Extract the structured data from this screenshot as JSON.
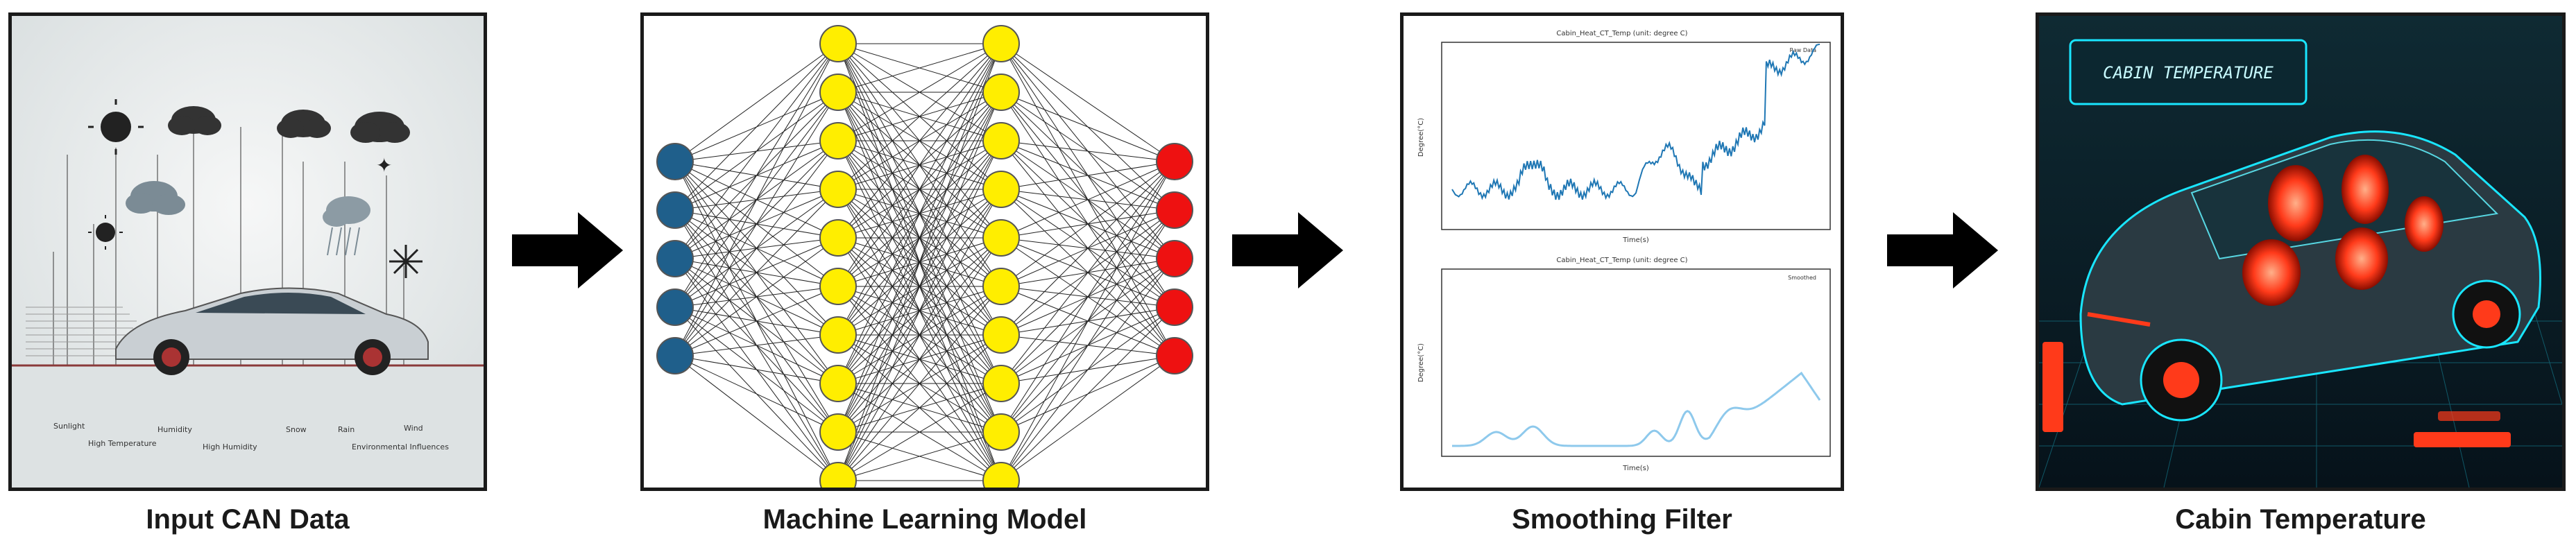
{
  "steps": [
    {
      "caption": "Input CAN Data"
    },
    {
      "caption": "Machine Learning Model"
    },
    {
      "caption": "Smoothing Filter"
    },
    {
      "caption": "Cabin Temperature"
    }
  ],
  "input_panel": {
    "labels": [
      "Sunlight",
      "High Temperature",
      "Humidity",
      "High Humidity",
      "Snow",
      "Rain",
      "Environmental Influences",
      "Wind"
    ]
  },
  "nn": {
    "layers": [
      5,
      10,
      10,
      5
    ],
    "colors": {
      "input": "#1f5f8b",
      "hidden": "#ffee00",
      "output": "#ee1111"
    }
  },
  "smoothing_panel": {
    "top_chart": {
      "title": "Cabin_Heat_CT_Temp (unit: degree C)",
      "ylabel": "Degree(°C)",
      "xlabel": "Time(s)",
      "legend": "Raw Data",
      "color": "#1f77b4"
    },
    "bottom_chart": {
      "title": "Cabin_Heat_CT_Temp (unit: degree C)",
      "ylabel": "Degree(°C)",
      "xlabel": "Time(s)",
      "legend": "Smoothed",
      "color": "#8ec9ec"
    }
  },
  "cabin_panel": {
    "sign_text": "CABIN  TEMPERATURE",
    "accent": "#19e6ff",
    "heat": "#ff3a1a"
  },
  "arrow_color": "#000000"
}
